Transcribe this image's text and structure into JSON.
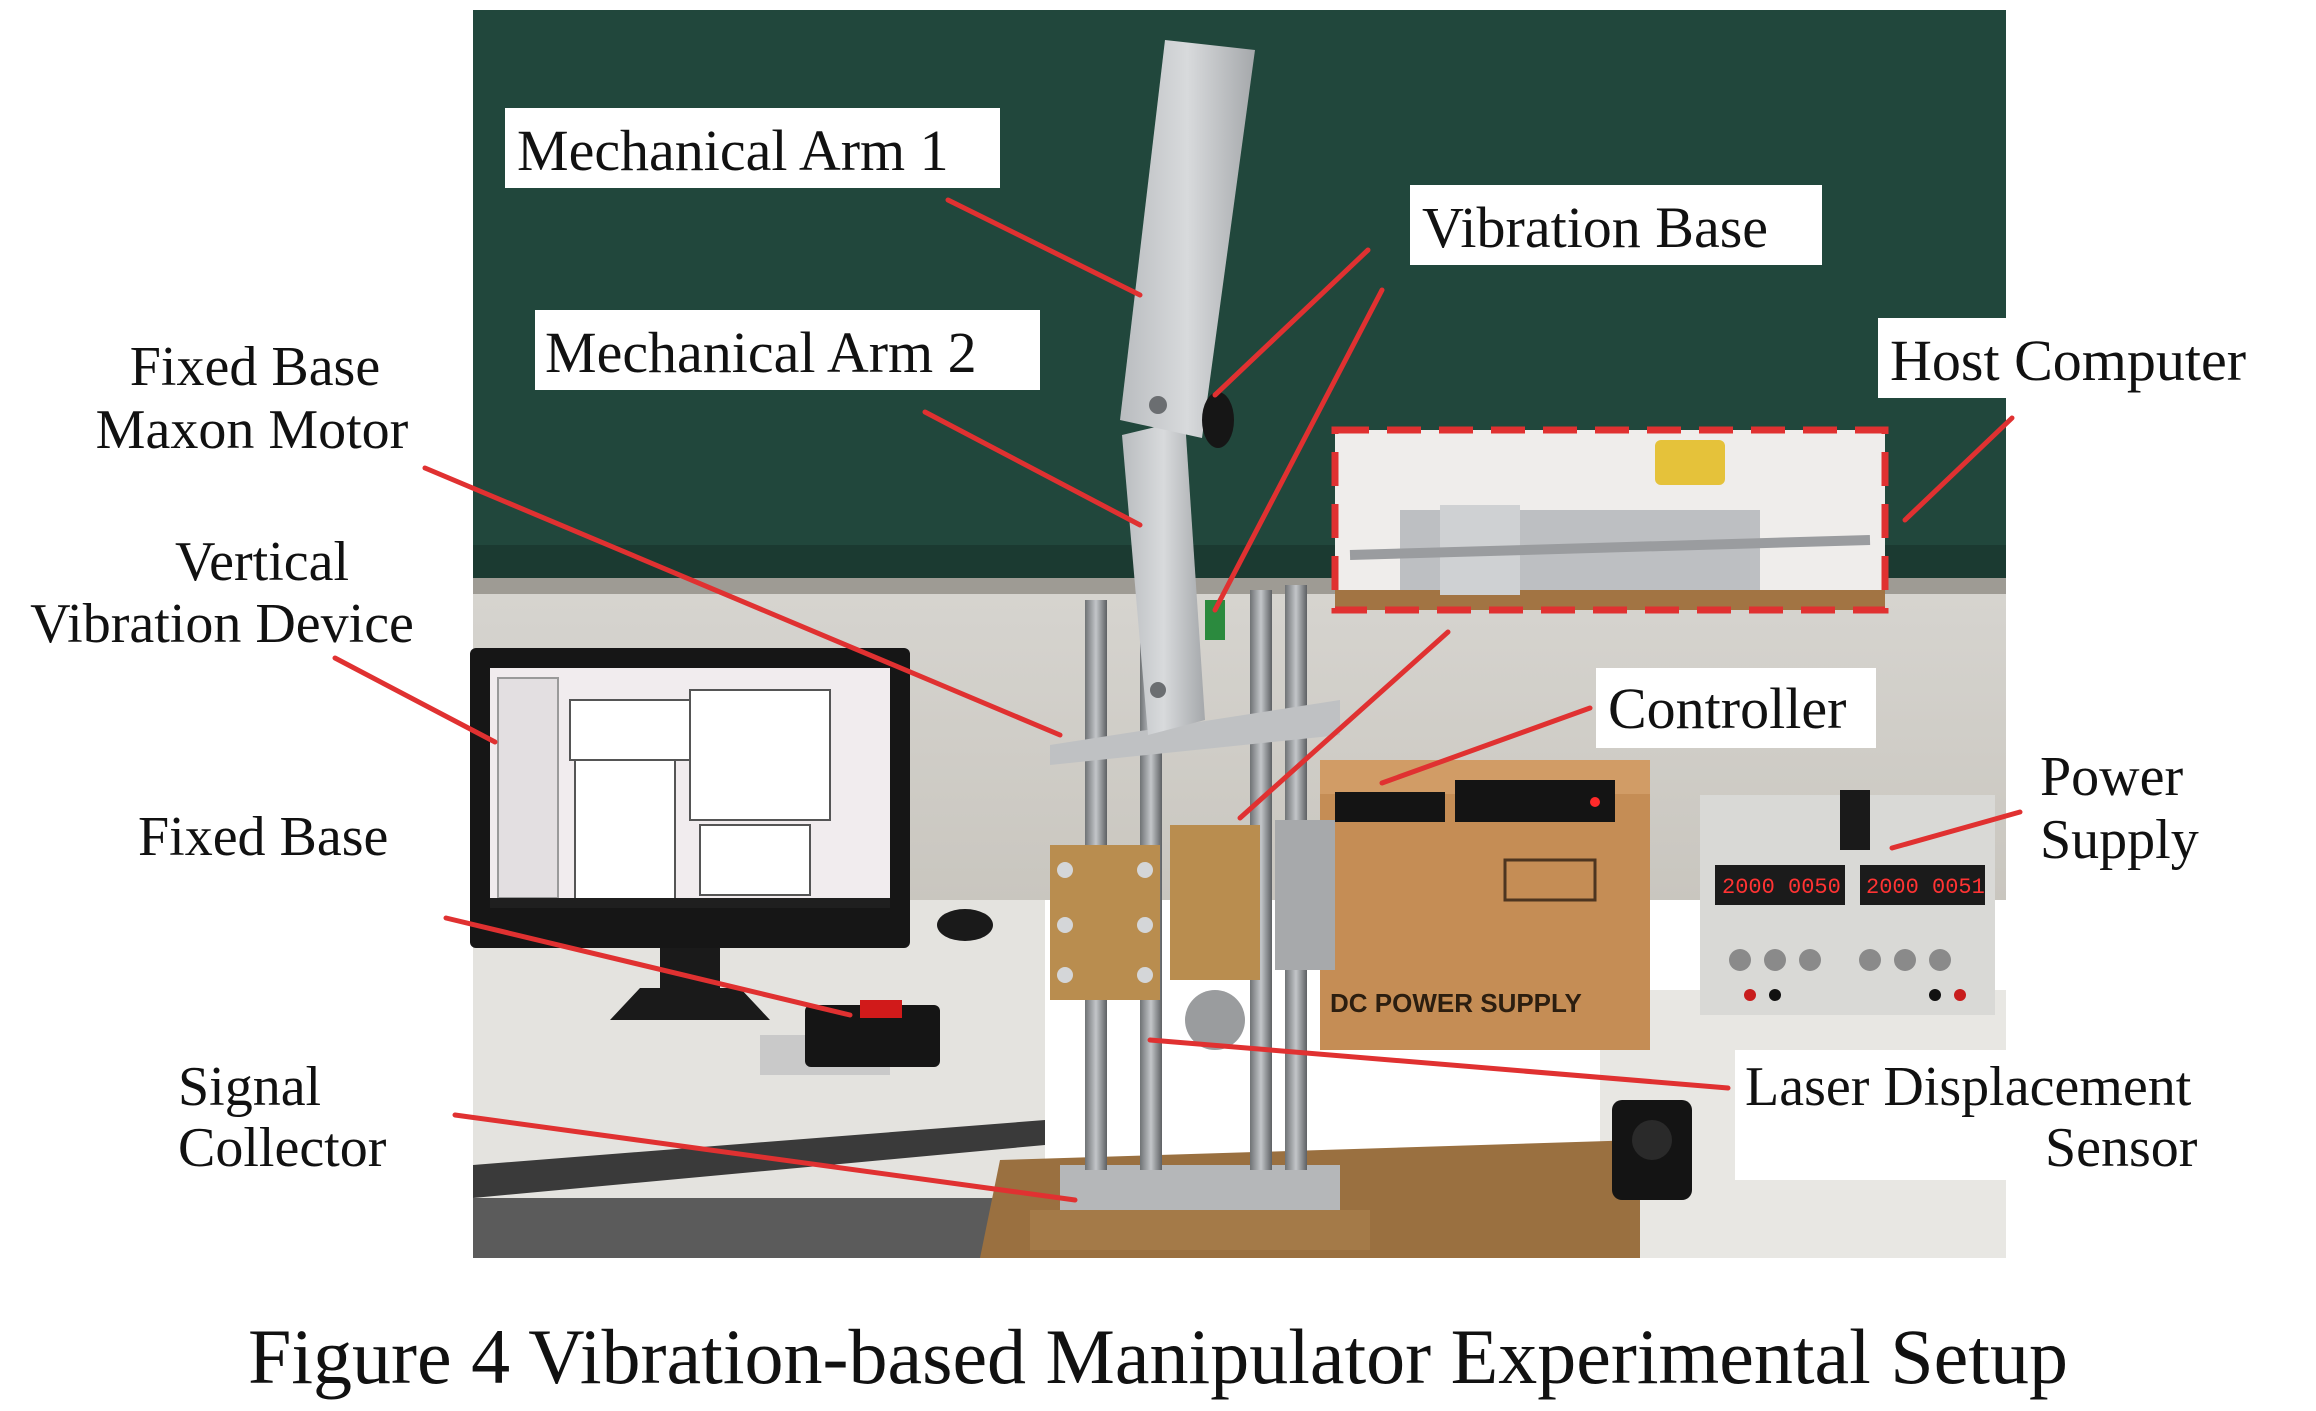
{
  "colors": {
    "chalkboard": "#21473c",
    "wall": "#d9d7d2",
    "leader": "#e03131",
    "label_bg": "#ffffff"
  },
  "labels": {
    "mechanical_arm_1": "Mechanical Arm 1",
    "vibration_base": "Vibration Base",
    "mechanical_arm_2": "Mechanical Arm 2",
    "host_computer": "Host Computer",
    "fixed_base_maxon_line1": "Fixed Base",
    "fixed_base_maxon_line2": "Maxon Motor",
    "vertical_vibration_line1": "Vertical",
    "vertical_vibration_line2": "Vibration Device",
    "controller": "Controller",
    "power_supply_line1": "Power",
    "power_supply_line2": "Supply",
    "fixed_base": "Fixed Base",
    "signal_collector_line1": "Signal",
    "signal_collector_line2": "Collector",
    "laser_sensor_line1": "Laser Displacement",
    "laser_sensor_line2": "Sensor"
  },
  "box_text": {
    "dc_power_supply": "DC POWER SUPPLY"
  },
  "caption": "Figure 4 Vibration-based Manipulator Experimental Setup"
}
